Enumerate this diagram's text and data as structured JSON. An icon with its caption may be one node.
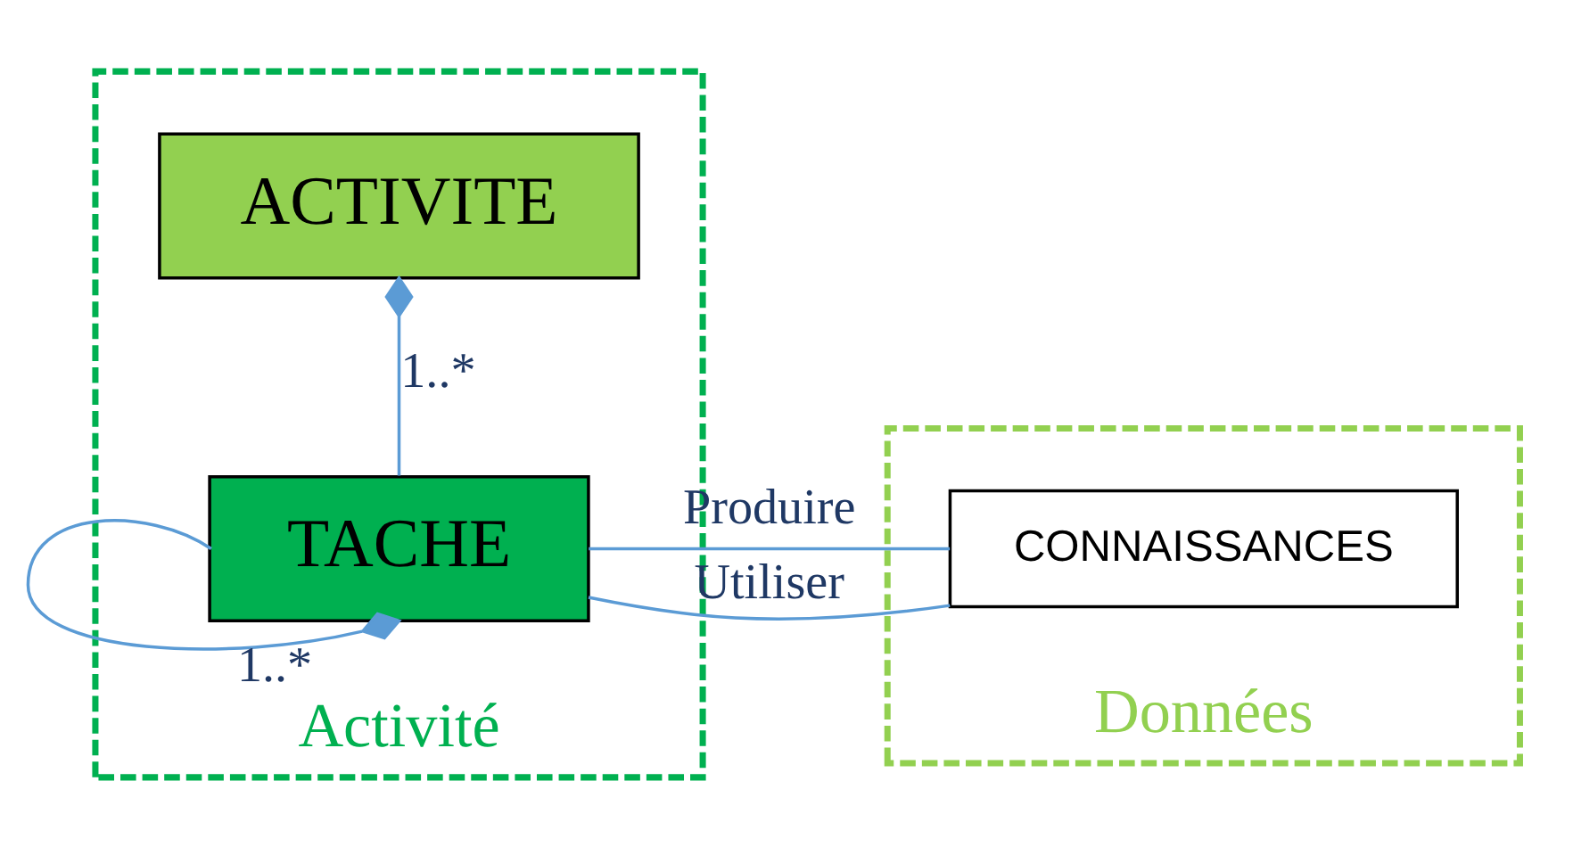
{
  "diagram": {
    "nodes": [
      {
        "text": [
          "Activité"
        ]
      },
      {
        "text": [
          "ACTIVITE"
        ],
        "in": 0
      },
      {
        "text": [
          "TACHE"
        ],
        "in": 0
      },
      {
        "text": [
          "Données"
        ]
      },
      {
        "text": [
          "CONNAISSANCES"
        ],
        "in": 3
      }
    ],
    "edges": [
      {
        "from": 1,
        "to": 2,
        "arrow": "other",
        "label": "1..*"
      },
      {
        "from": 2,
        "to": 2,
        "arrow": "other",
        "label": "1..*"
      },
      {
        "from": 2,
        "to": 4,
        "arrow": "none",
        "label": "Produire"
      },
      {
        "from": 2,
        "to": 4,
        "arrow": "none",
        "label": "Utiliser"
      }
    ]
  }
}
